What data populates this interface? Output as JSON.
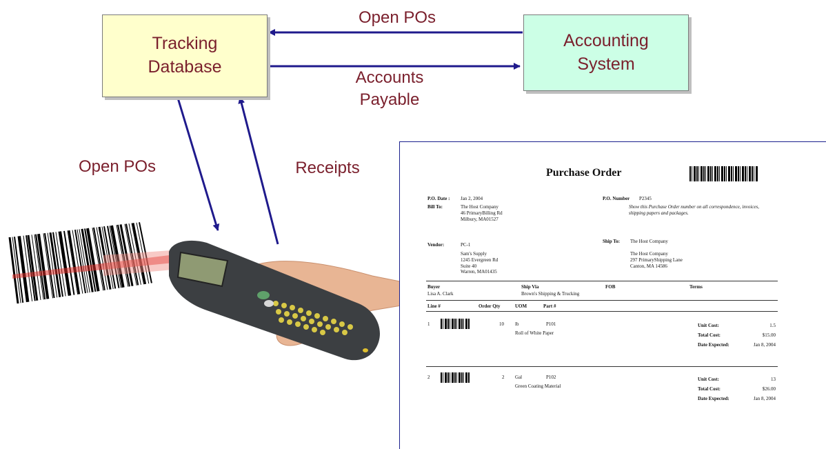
{
  "tracking_database": {
    "line1": "Tracking",
    "line2": "Database"
  },
  "accounting_system": {
    "line1": "Accounting",
    "line2": "System"
  },
  "flows": {
    "open_pos_top": "Open POs",
    "accounts_payable_line1": "Accounts",
    "accounts_payable_line2": "Payable",
    "open_pos_left": "Open POs",
    "receipts": "Receipts"
  },
  "colors": {
    "label": "#7a1f2c",
    "arrow": "#1f1a8c",
    "tracking_fill": "#ffffcc",
    "accounting_fill": "#ccffe6"
  },
  "purchase_order": {
    "title": "Purchase Order",
    "po_date_label": "P.O. Date :",
    "po_date": "Jan 2, 2004",
    "po_number_label": "P.O. Number",
    "po_number": "P2345",
    "bill_to_label": "Bill To:",
    "bill_to": "The Host Company\n46 PrimaryBilling Rd\nMilbury, MA01527",
    "po_note": "Show this Purchase Order number on all correspondence, invoices,\nshipping papers and packages.",
    "vendor_label": "Vendor:",
    "vendor_code": "PC-1",
    "vendor_address": "Sam's Supply\n1245 Evergreen Rd\nSuite 40\nWarren, MA01435",
    "ship_to_label": "Ship To:",
    "ship_to_name": "The Host Company",
    "ship_to_address": "The Host Company\n297 PrimaryShipping Lane\nCanton, MA 14586",
    "buyer_label": "Buyer",
    "buyer": "Lisa A. Clark",
    "ship_via_label": "Ship Via",
    "ship_via": "Brown's Shipping & Trucking",
    "fob_label": "FOB",
    "terms_label": "Terms",
    "col_line": "Line #",
    "col_order_qty": "Order Qty",
    "col_uom": "UOM",
    "col_part": "Part #",
    "unit_cost_label": "Unit Cost:",
    "total_cost_label": "Total Cost:",
    "date_expected_label": "Date Expected:",
    "lines": [
      {
        "line": "1",
        "qty": "10",
        "uom": "lb",
        "part": "P101",
        "desc": "Roll of White Paper",
        "unit_cost": "1.5",
        "total_cost": "$15.00",
        "date_expected": "Jan 8, 2004"
      },
      {
        "line": "2",
        "qty": "2",
        "uom": "Gal",
        "part": "P102",
        "desc": "Green Coating Material",
        "unit_cost": "13",
        "total_cost": "$26.00",
        "date_expected": "Jan 8, 2004"
      }
    ]
  }
}
